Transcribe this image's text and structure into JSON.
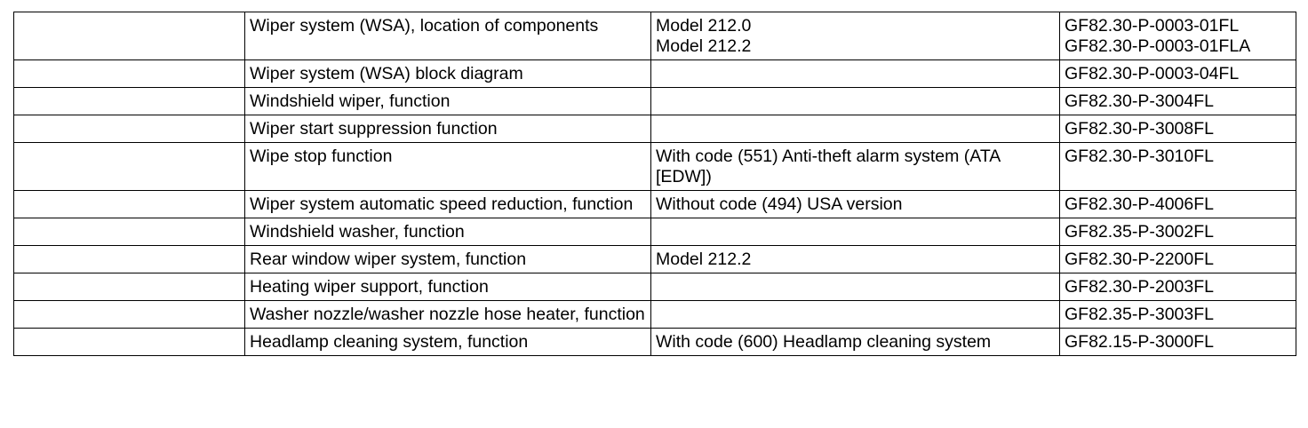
{
  "rows": [
    {
      "blank": "",
      "title": "Wiper system (WSA), location of components",
      "condition": [
        "Model 212.0",
        "Model 212.2"
      ],
      "doc": [
        "GF82.30-P-0003-01FL",
        "GF82.30-P-0003-01FLA"
      ]
    },
    {
      "blank": "",
      "title": "Wiper system (WSA) block diagram",
      "condition": [
        ""
      ],
      "doc": [
        "GF82.30-P-0003-04FL"
      ]
    },
    {
      "blank": "",
      "title": "Windshield wiper, function",
      "condition": [
        ""
      ],
      "doc": [
        "GF82.30-P-3004FL"
      ]
    },
    {
      "blank": "",
      "title": "Wiper start suppression function",
      "condition": [
        ""
      ],
      "doc": [
        "GF82.30-P-3008FL"
      ]
    },
    {
      "blank": "",
      "title": "Wipe stop function",
      "condition": [
        "With code (551) Anti-theft alarm system (ATA [EDW])"
      ],
      "doc": [
        "GF82.30-P-3010FL"
      ]
    },
    {
      "blank": "",
      "title": "Wiper system automatic speed reduction, function",
      "condition": [
        "Without code (494) USA version"
      ],
      "doc": [
        "GF82.30-P-4006FL"
      ]
    },
    {
      "blank": "",
      "title": "Windshield washer, function",
      "condition": [
        ""
      ],
      "doc": [
        "GF82.35-P-3002FL"
      ]
    },
    {
      "blank": "",
      "title": "Rear window wiper system, function",
      "condition": [
        "Model 212.2"
      ],
      "doc": [
        "GF82.30-P-2200FL"
      ]
    },
    {
      "blank": "",
      "title": "Heating wiper support, function",
      "condition": [
        ""
      ],
      "doc": [
        "GF82.30-P-2003FL"
      ]
    },
    {
      "blank": "",
      "title": "Washer nozzle/washer nozzle hose heater, function",
      "condition": [
        ""
      ],
      "doc": [
        "GF82.35-P-3003FL"
      ]
    },
    {
      "blank": "",
      "title": "Headlamp cleaning system, function",
      "condition": [
        "With code (600) Headlamp cleaning system"
      ],
      "doc": [
        "GF82.15-P-3000FL"
      ]
    }
  ]
}
